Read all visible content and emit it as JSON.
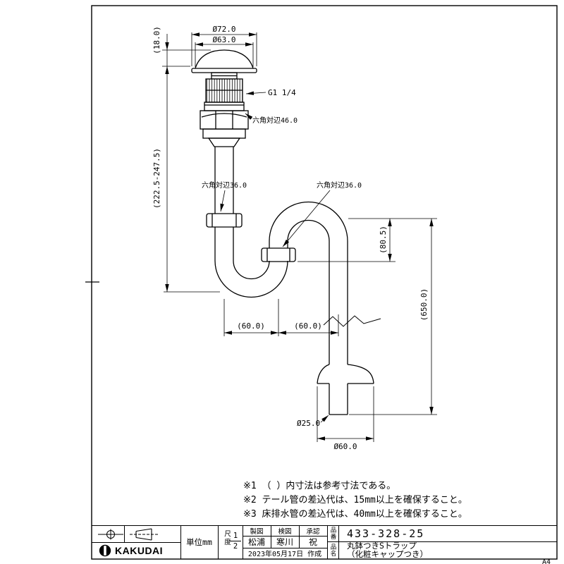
{
  "sheet": {
    "size_label": "A4",
    "notes": [
      "※1 （ ）内寸法は参考寸法である。",
      "※2 テール管の差込代は、15mm以上を確保すること。",
      "※3 床排水管の差込代は、40mm以上を確保すること。"
    ]
  },
  "drawing": {
    "dims": {
      "cap_outer": "Ø72.0",
      "cap_top": "Ø63.0",
      "cap_height": "(18.0)",
      "height_range": "(222.5-247.5)",
      "thread": "G1 1/4",
      "hex_46": "六角対辺46.0",
      "hex_36_left": "六角対辺36.0",
      "hex_36_right": "六角対辺36.0",
      "offset_left": "(60.0)",
      "offset_right": "(60.0)",
      "seal_height": "(80.5)",
      "outlet_length": "(650.0)",
      "pipe_dia": "Ø25.0",
      "escutcheon_dia": "Ø60.0"
    }
  },
  "title_block": {
    "company": "KAKUDAI",
    "unit": "単位mm",
    "scale_label": "尺度",
    "scale_numerator": "1",
    "scale_denominator": "2",
    "approval_columns": [
      {
        "header": "製図",
        "name": "松浦"
      },
      {
        "header": "検図",
        "name": "寒川"
      },
      {
        "header": "承認",
        "name": "祝"
      }
    ],
    "date": "2023年05月17日 作成",
    "part_no_label": "品番",
    "part_no": "433-328-25",
    "part_name_label": "品名",
    "part_name_line1": "丸鉢つきSトラップ",
    "part_name_line2": "（化粧キャップつき）"
  }
}
